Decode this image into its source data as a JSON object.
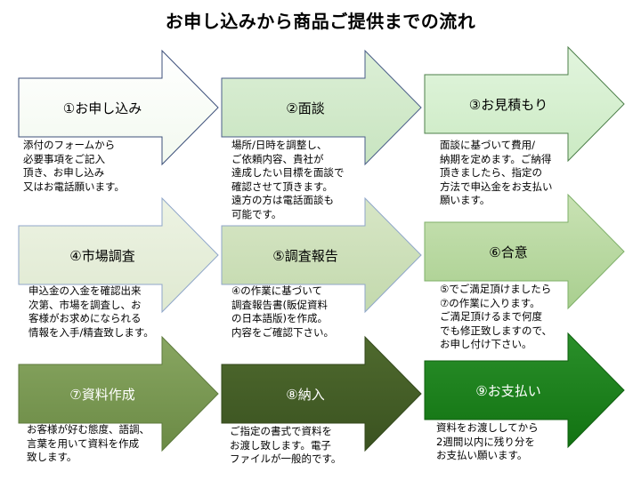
{
  "title": "お申し込みから商品ご提供までの流れ",
  "steps": [
    {
      "label": "①お申し込み",
      "desc": "添付のフォームから\n必要事項をご記入\n頂き、お申し込み\n又はお電話願います。",
      "fill_top": "#ffffff",
      "fill_bottom": "#f2f9ef",
      "stroke": "#3c4f7a"
    },
    {
      "label": "②面談",
      "desc": "場所/日時を調整し、\nご依頼内容、貴社が\n達成したい目標を面談で\n確認させて頂きます。\n遠方の方は電話面談も\n可能です。",
      "fill_top": "#dcefd6",
      "fill_bottom": "#c8e4c0",
      "stroke": "#4a5e88"
    },
    {
      "label": "③お見積もり",
      "desc": "面談に基づいて費用/\n納期を定めます。ご納得\n頂きましたら、指定の\n方法で申込金をお支払い\n願います。",
      "fill_top": "#e2f5de",
      "fill_bottom": "#cbeac3",
      "stroke": "#4d7f4a"
    },
    {
      "label": "④市場調査",
      "desc": "申込金の入金を確認出来\n次第、市場を調査し、お\n客様がお求めになられる\n情報を入手/精査致します。",
      "fill_top": "#edf3e3",
      "fill_bottom": "#dfe9d1",
      "stroke": "#8fa6c9"
    },
    {
      "label": "⑤調査報告",
      "desc": "④の作業に基づいて\n調査報告書(販促資料\nの日本語版)を作成。\n内容をご確認下さい。",
      "fill_top": "#d7e6c6",
      "fill_bottom": "#c3d9ad",
      "stroke": "#8fa6c9"
    },
    {
      "label": "⑥合意",
      "desc": "⑤でご満足頂けましたら\n⑦の作業に入ります。\nご満足頂けるまで何度\nでも修正致しますので、\nお申し付け下さい。",
      "fill_top": "#c9e2b4",
      "fill_bottom": "#a9cf8f",
      "stroke": "#7fb06a"
    },
    {
      "label": "⑦資料作成",
      "desc": "お客様が好む態度、語調、\n言葉を用いて資料を作成\n致します。",
      "fill_top": "#88a661",
      "fill_bottom": "#6b8a45",
      "stroke": "#5e7a3d"
    },
    {
      "label": "⑧納入",
      "desc": "ご指定の書式で資料を\nお渡し致します。電子\nファイルが一般的です。",
      "fill_top": "#4f6a2e",
      "fill_bottom": "#3a5220",
      "stroke": "#34491d"
    },
    {
      "label": "⑨お支払い",
      "desc": "資料をお渡ししてから\n2週間以内に残り分を\nお支払い願います。",
      "fill_top": "#2a8f2a",
      "fill_bottom": "#127312",
      "stroke": "#0f5f0f"
    }
  ]
}
